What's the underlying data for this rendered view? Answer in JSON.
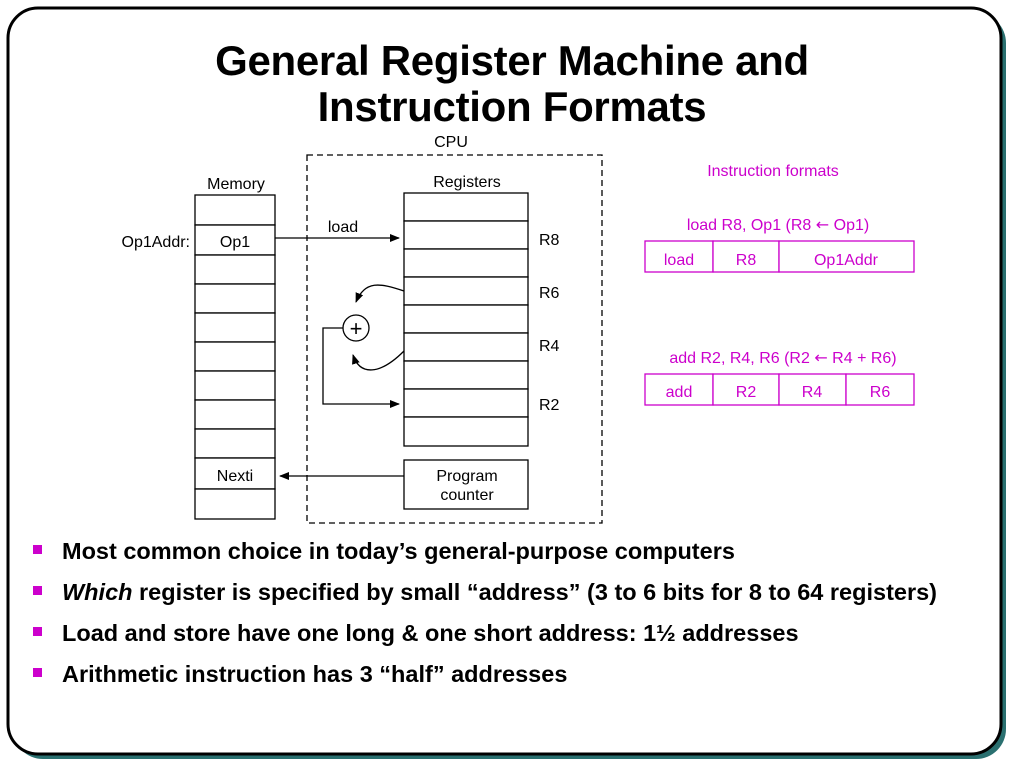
{
  "title": {
    "line1": "General Register Machine and",
    "line2": "Instruction Formats"
  },
  "diagram": {
    "cpu_label": "CPU",
    "memory_label": "Memory",
    "registers_label": "Registers",
    "op1addr_label": "Op1Addr:",
    "op1_cell": "Op1",
    "nexti_cell": "Nexti",
    "load_arrow_label": "load",
    "register_names": [
      "R8",
      "R6",
      "R4",
      "R2"
    ],
    "adder_symbol": "+",
    "program_counter": [
      "Program",
      "counter"
    ]
  },
  "instruction_formats": {
    "heading": "Instruction formats",
    "load": {
      "caption_prefix": "load R8, Op1 (R8 ",
      "caption_arrow": "←",
      "caption_suffix": " Op1)",
      "fields": [
        "load",
        "R8",
        "Op1Addr"
      ]
    },
    "add": {
      "caption_prefix": "add R2, R4, R6 (R2 ",
      "caption_arrow": "←",
      "caption_suffix": " R4 + R6)",
      "fields": [
        "add",
        "R2",
        "R4",
        "R6"
      ]
    }
  },
  "bullets": [
    {
      "text": "Most common choice in today’s general-purpose computers"
    },
    {
      "italic": "Which",
      "text": " register is specified by small “address” (3 to 6 bits for 8 to 64 registers)"
    },
    {
      "text": "Load and store have one long & one short address: 1½ addresses"
    },
    {
      "text": "Arithmetic instruction has 3 “half” addresses"
    }
  ],
  "colors": {
    "accent": "#cc00cc",
    "frame_shadow": "#1a5a5a",
    "text": "#000000"
  }
}
